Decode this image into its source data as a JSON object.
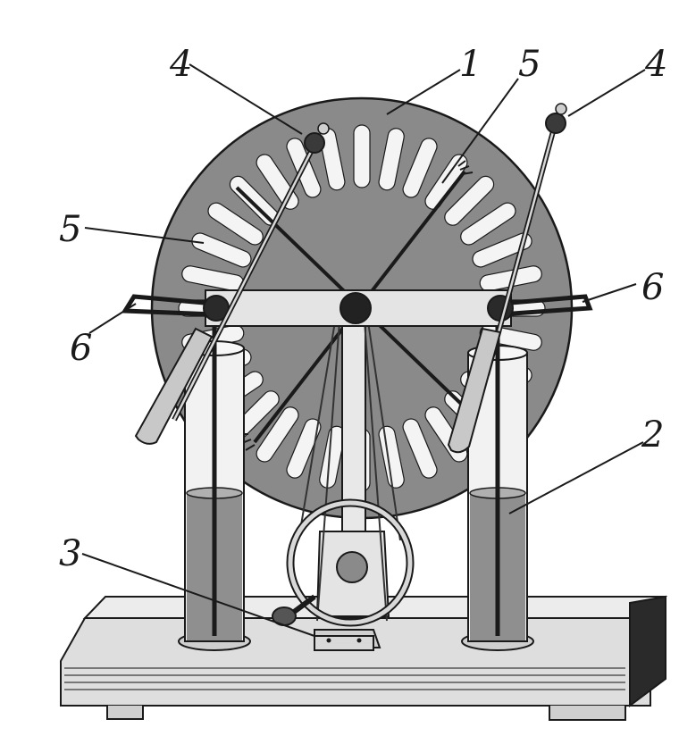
{
  "labels": {
    "disk": "1",
    "jar_right": "2",
    "crank_mount": "3",
    "ball_left": "4",
    "ball_right": "4",
    "brush_top": "5",
    "brush_left": "5",
    "comb_left": "6",
    "comb_right": "6"
  },
  "colors": {
    "disk": "#8a8a8a",
    "slot": "#f4f4f4",
    "base": "#e6e6e6",
    "liquid": "#8f8f8f",
    "metal": "#2a2a2a",
    "outline": "#1a1a1a"
  }
}
